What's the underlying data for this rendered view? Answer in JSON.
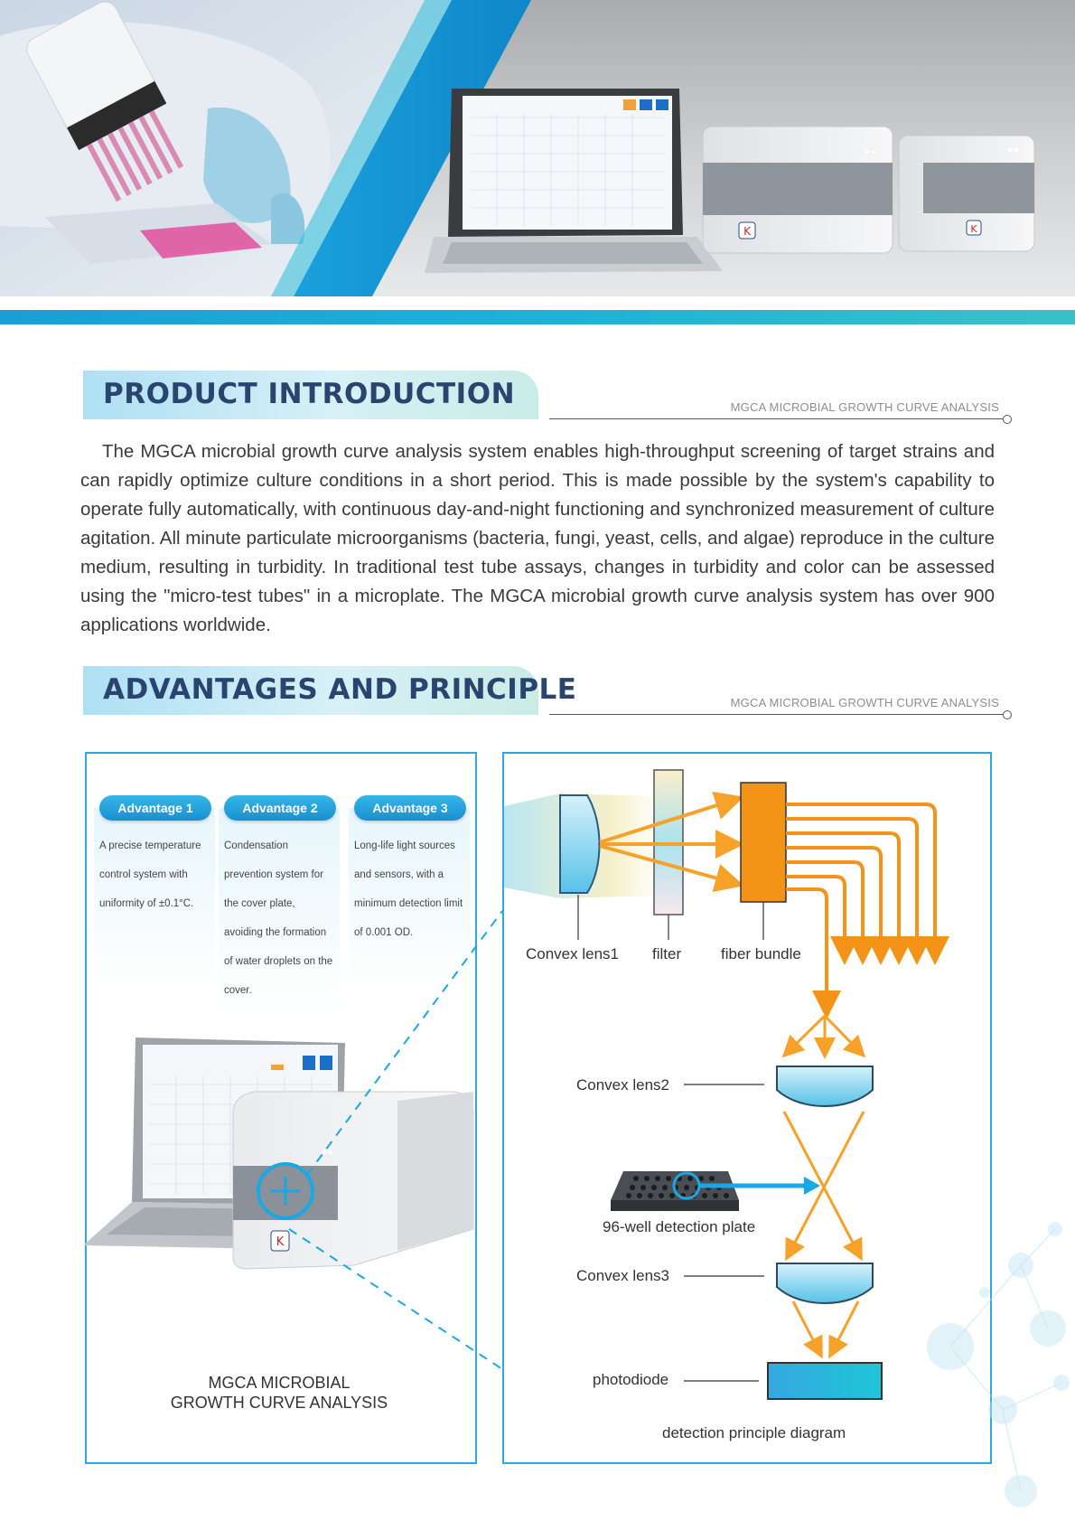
{
  "intro_section": {
    "title": "PRODUCT INTRODUCTION",
    "subtitle": "MGCA MICROBIAL GROWTH CURVE ANALYSIS",
    "body": "The MGCA microbial growth curve analysis system enables high-throughput screening of target strains and can rapidly optimize culture conditions in a short period. This is made possible by the system's capability to operate fully automatically, with continuous day-and-night functioning and synchronized measurement of culture agitation. All minute particulate microorganisms (bacteria, fungi, yeast, cells, and algae) reproduce in the culture medium, resulting in turbidity. In traditional test tube assays, changes in turbidity and color can be assessed using the \"micro-test tubes\" in a microplate. The MGCA microbial growth curve analysis system has over 900 applications worldwide."
  },
  "advantages_section": {
    "title": "ADVANTAGES AND PRINCIPLE",
    "subtitle": "MGCA MICROBIAL GROWTH CURVE ANALYSIS"
  },
  "advantages": [
    {
      "label": "Advantage 1",
      "text": "A precise temperature control system with uniformity of ±0.1°C."
    },
    {
      "label": "Advantage 2",
      "text": "Condensation prevention system for the cover plate, avoiding the formation of water droplets on the cover."
    },
    {
      "label": "Advantage 3",
      "text": "Long-life light sources and sensors, with a minimum detection limit of 0.001 OD."
    }
  ],
  "device_caption_line1": "MGCA MICROBIAL",
  "device_caption_line2": "GROWTH CURVE ANALYSIS",
  "diagram": {
    "convex_lens1": "Convex lens1",
    "filter": "filter",
    "fiber_bundle": "fiber bundle",
    "convex_lens2": "Convex lens2",
    "plate": "96-well detection plate",
    "convex_lens3": "Convex lens3",
    "photodiode": "photodiode",
    "caption": "detection principle diagram"
  },
  "colors": {
    "accent_blue": "#2fa8e0",
    "title_navy": "#2a4470",
    "arrow_orange": "#f5a12a",
    "fiber_orange": "#f39418"
  }
}
